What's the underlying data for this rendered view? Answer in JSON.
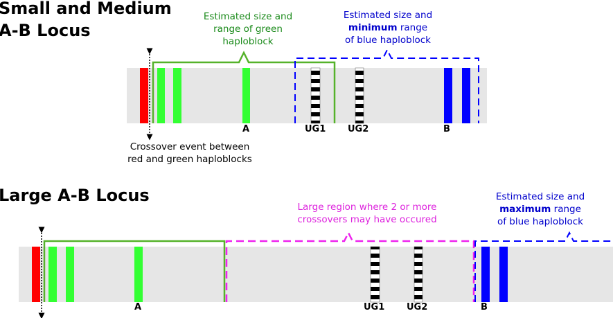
{
  "colors": {
    "locus": "#e6e6e6",
    "red": "#ff0000",
    "green": "#33ff33",
    "green_line": "#55b22a",
    "blue": "#0000ff",
    "magenta": "#ee22ee",
    "green_text": "#1a8a1a",
    "blue_text": "#0000cc",
    "magenta_text": "#dd22dd"
  },
  "panel1": {
    "title_line1": "Small and Medium",
    "title_line2": "A-B Locus",
    "green_note": [
      "Estimated size and",
      "range of green",
      "haploblock"
    ],
    "blue_note_line1": "Estimated size and",
    "blue_note_bold": "minimum",
    "blue_note_rest": " range",
    "blue_note_line3": "of blue haploblock",
    "crossover_note": [
      "Crossover event between",
      "red and green haploblocks"
    ],
    "labels": {
      "a": "A",
      "ug1": "UG1",
      "ug2": "UG2",
      "b": "B"
    }
  },
  "panel2": {
    "title": "Large A-B Locus",
    "magenta_note": [
      "Large region where 2 or more",
      "crossovers may have occured"
    ],
    "blue_note_line1": "Estimated size and",
    "blue_note_bold": "maximum",
    "blue_note_rest": " range",
    "blue_note_line3": "of blue haploblock",
    "labels": {
      "a": "A",
      "ug1": "UG1",
      "ug2": "UG2",
      "b": "B"
    }
  }
}
